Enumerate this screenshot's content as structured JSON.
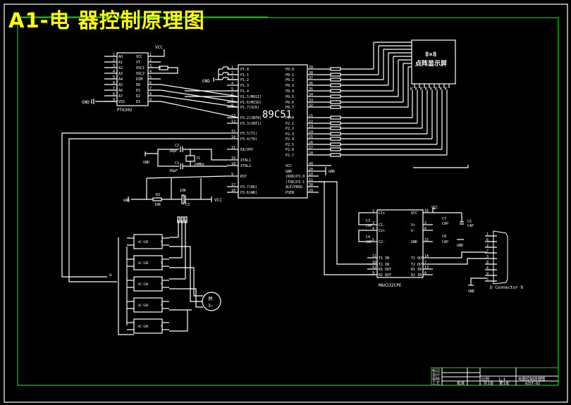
{
  "title": "A1-电 器控制原理图",
  "colors": {
    "background": "#000000",
    "wire": "#ffffff",
    "frame_inner": "#00dd00",
    "frame_outer": "#ffffff",
    "title": "#ffff00"
  },
  "chip_main": {
    "label": "89C51",
    "left_pins": [
      [
        "1",
        "P1.0"
      ],
      [
        "2",
        "P1.1"
      ],
      [
        "3",
        "P1.2"
      ],
      [
        "4",
        "P1.3"
      ],
      [
        "5",
        "P1.4"
      ],
      [
        "6",
        "P1.5(MOSI)"
      ],
      [
        "7",
        "P1.6(MISO)"
      ],
      [
        "8",
        "P1.7(SCK)"
      ],
      [
        "13",
        "P3.2(INT0)"
      ],
      [
        "12",
        "P3.3(INT1)"
      ],
      [
        "15",
        "P3.5(T1)"
      ],
      [
        "14",
        "P3.4(T0)"
      ],
      [
        "31",
        "EA/VPP"
      ],
      [
        "19",
        "XTAL1"
      ],
      [
        "18",
        "XTAL2"
      ],
      [
        "9",
        "RST"
      ],
      [
        "17",
        "P3.7(RD)"
      ],
      [
        "16",
        "P3.6(WR)"
      ]
    ],
    "right_pins": [
      [
        "39",
        "P0.0"
      ],
      [
        "38",
        "P0.1"
      ],
      [
        "37",
        "P0.2"
      ],
      [
        "36",
        "P0.3"
      ],
      [
        "35",
        "P0.4"
      ],
      [
        "34",
        "P0.5"
      ],
      [
        "33",
        "P0.6"
      ],
      [
        "32",
        "P0.7"
      ],
      [
        "21",
        "P2.0"
      ],
      [
        "22",
        "P2.1"
      ],
      [
        "23",
        "P2.2"
      ],
      [
        "24",
        "P2.3"
      ],
      [
        "25",
        "P2.4"
      ],
      [
        "26",
        "P2.5"
      ],
      [
        "27",
        "P2.6"
      ],
      [
        "28",
        "P2.7"
      ],
      [
        "40",
        "VCC"
      ],
      [
        "20",
        "GND"
      ],
      [
        "10",
        "(RXD)P3.0"
      ],
      [
        "11",
        "(TXD)P3.1"
      ],
      [
        "30",
        "ALE/PROG"
      ],
      [
        "29",
        "PSEN"
      ]
    ]
  },
  "chip_eeprom": {
    "label": "PT6302",
    "left_pins": [
      [
        "1",
        "A0"
      ],
      [
        "2",
        "A1"
      ],
      [
        "3",
        "A2"
      ],
      [
        "4",
        "A3"
      ],
      [
        "5",
        "A4"
      ],
      [
        "6",
        "A5"
      ],
      [
        "7",
        "A6"
      ],
      [
        "8",
        "A7"
      ],
      [
        "9",
        "VSS"
      ]
    ],
    "right_pins": [
      [
        "1",
        "VCC"
      ],
      [
        "2",
        "VT"
      ],
      [
        "3",
        "OSC1"
      ],
      [
        "4",
        "OSC2"
      ],
      [
        "5",
        "DIM"
      ],
      [
        "6",
        "D0"
      ],
      [
        "7",
        "D1"
      ],
      [
        "8",
        "D2"
      ],
      [
        "9",
        "D3"
      ]
    ]
  },
  "display": {
    "line1": "8×8",
    "line2": "点阵显示屏"
  },
  "max232": {
    "label": "MAX232CPE",
    "left_pins": [
      [
        "1",
        "C1+"
      ],
      [
        "3",
        "C1-"
      ],
      [
        "4",
        "C2+"
      ],
      [
        "5",
        "C2-"
      ],
      [
        "11",
        "T1 IN"
      ],
      [
        "10",
        "T2 IN"
      ],
      [
        "12",
        "R1 OUT"
      ],
      [
        "9",
        "R2 OUT"
      ]
    ],
    "right_pins": [
      [
        "16",
        "VCC"
      ],
      [
        "2",
        "V+"
      ],
      [
        "6",
        "V-"
      ],
      [
        "15",
        "GND"
      ],
      [
        "14",
        "T1 OUT"
      ],
      [
        "7",
        "T2 OUT"
      ],
      [
        "13",
        "R1 IN"
      ],
      [
        "8",
        "R2 IN"
      ]
    ],
    "caps": [
      [
        "C3",
        "CAP"
      ],
      [
        "C4",
        "CAP"
      ],
      [
        "C7",
        "CAP"
      ],
      [
        "C8",
        "CAP"
      ],
      [
        "C5",
        "CAP"
      ]
    ]
  },
  "connector": {
    "label": "D Connector 9",
    "pins": [
      "1",
      "6",
      "2",
      "7",
      "3",
      "8",
      "4",
      "9",
      "5"
    ]
  },
  "osc": {
    "c2": "C2",
    "c2_val": "30pF",
    "c1": "C1",
    "c1_val": "30pF",
    "crystal": "J1",
    "crystal_val": "24MHz"
  },
  "reset": {
    "r": "R3",
    "r_val": "10K",
    "c": "C3",
    "c_val": "10K"
  },
  "net": {
    "vcc": "VCC",
    "gnd": "GND"
  },
  "relays": {
    "label": "AC-SSR",
    "count": 5,
    "motor_line1": "M",
    "motor_line2": "3~"
  },
  "title_block": {
    "rows": [
      "标记",
      "设计",
      "审核",
      "工艺"
    ],
    "cells": [
      "比例",
      "1:1",
      "共1张",
      "第1张",
      "电器控制原理图",
      "A2ST-02",
      "批准"
    ]
  }
}
